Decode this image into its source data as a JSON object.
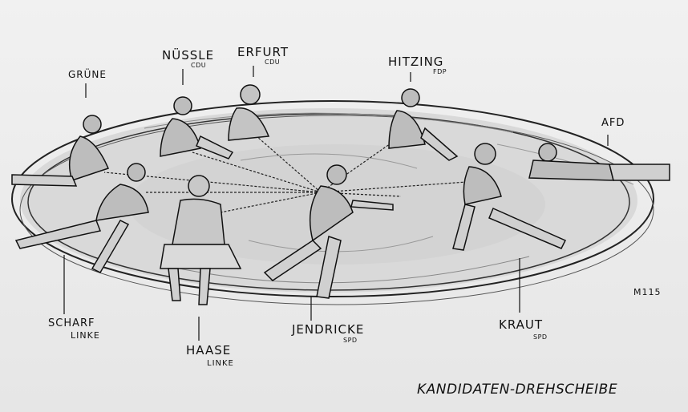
{
  "labels": {
    "gruene": "GRÜNE",
    "nuessle": "NÜSSLE",
    "nuessle_party": "CDU",
    "erfurt": "ERFURT",
    "erfurt_party": "CDU",
    "hitzing": "HITZING",
    "hitzing_party": "FDP",
    "afd": "AFD",
    "scharf": "SCHARF",
    "scharf_party": "LINKE",
    "haase": "HAASE",
    "haase_party": "LINKE",
    "jendricke": "JENDRICKE",
    "jendricke_party": "SPD",
    "kraut": "KRAUT",
    "kraut_party": "SPD",
    "signature": "M115"
  },
  "caption": "KANDIDATEN-DREHSCHEIBE",
  "colors": {
    "paper": "#ebebeb",
    "ink": "#111111",
    "shading": "#9a9a9a"
  }
}
